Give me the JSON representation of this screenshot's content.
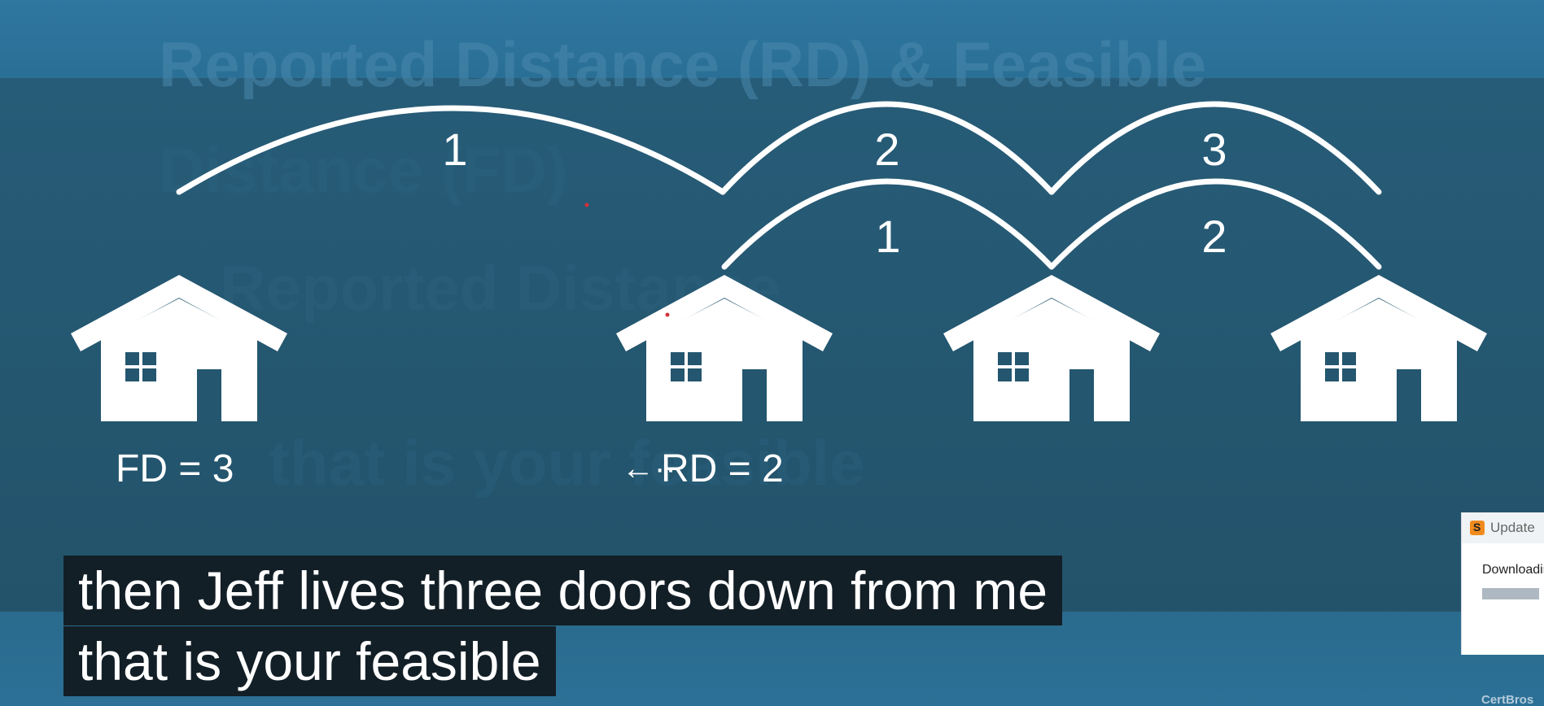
{
  "slide": {
    "title": "Reported Distance (RD) & Feasible",
    "ghost_lines": [
      "Distance (FD)",
      "Reported Distance",
      "that is your feasible"
    ],
    "hops_top": [
      "1",
      "2",
      "3"
    ],
    "hops_bottom": [
      "1",
      "2"
    ],
    "fd_label": "FD = 3",
    "rd_label": "RD = 2",
    "rd_arrow": "←··"
  },
  "captions": {
    "line1": "then Jeff lives three doors down from me",
    "line2": "that is your feasible"
  },
  "update_popup": {
    "title": "Update",
    "status": "Downloading",
    "progress": 1.0
  },
  "watermark": "CertBros",
  "colors": {
    "slide_bg": "#24566f",
    "band": "#2c7097",
    "caption_bg": "#131f27"
  }
}
